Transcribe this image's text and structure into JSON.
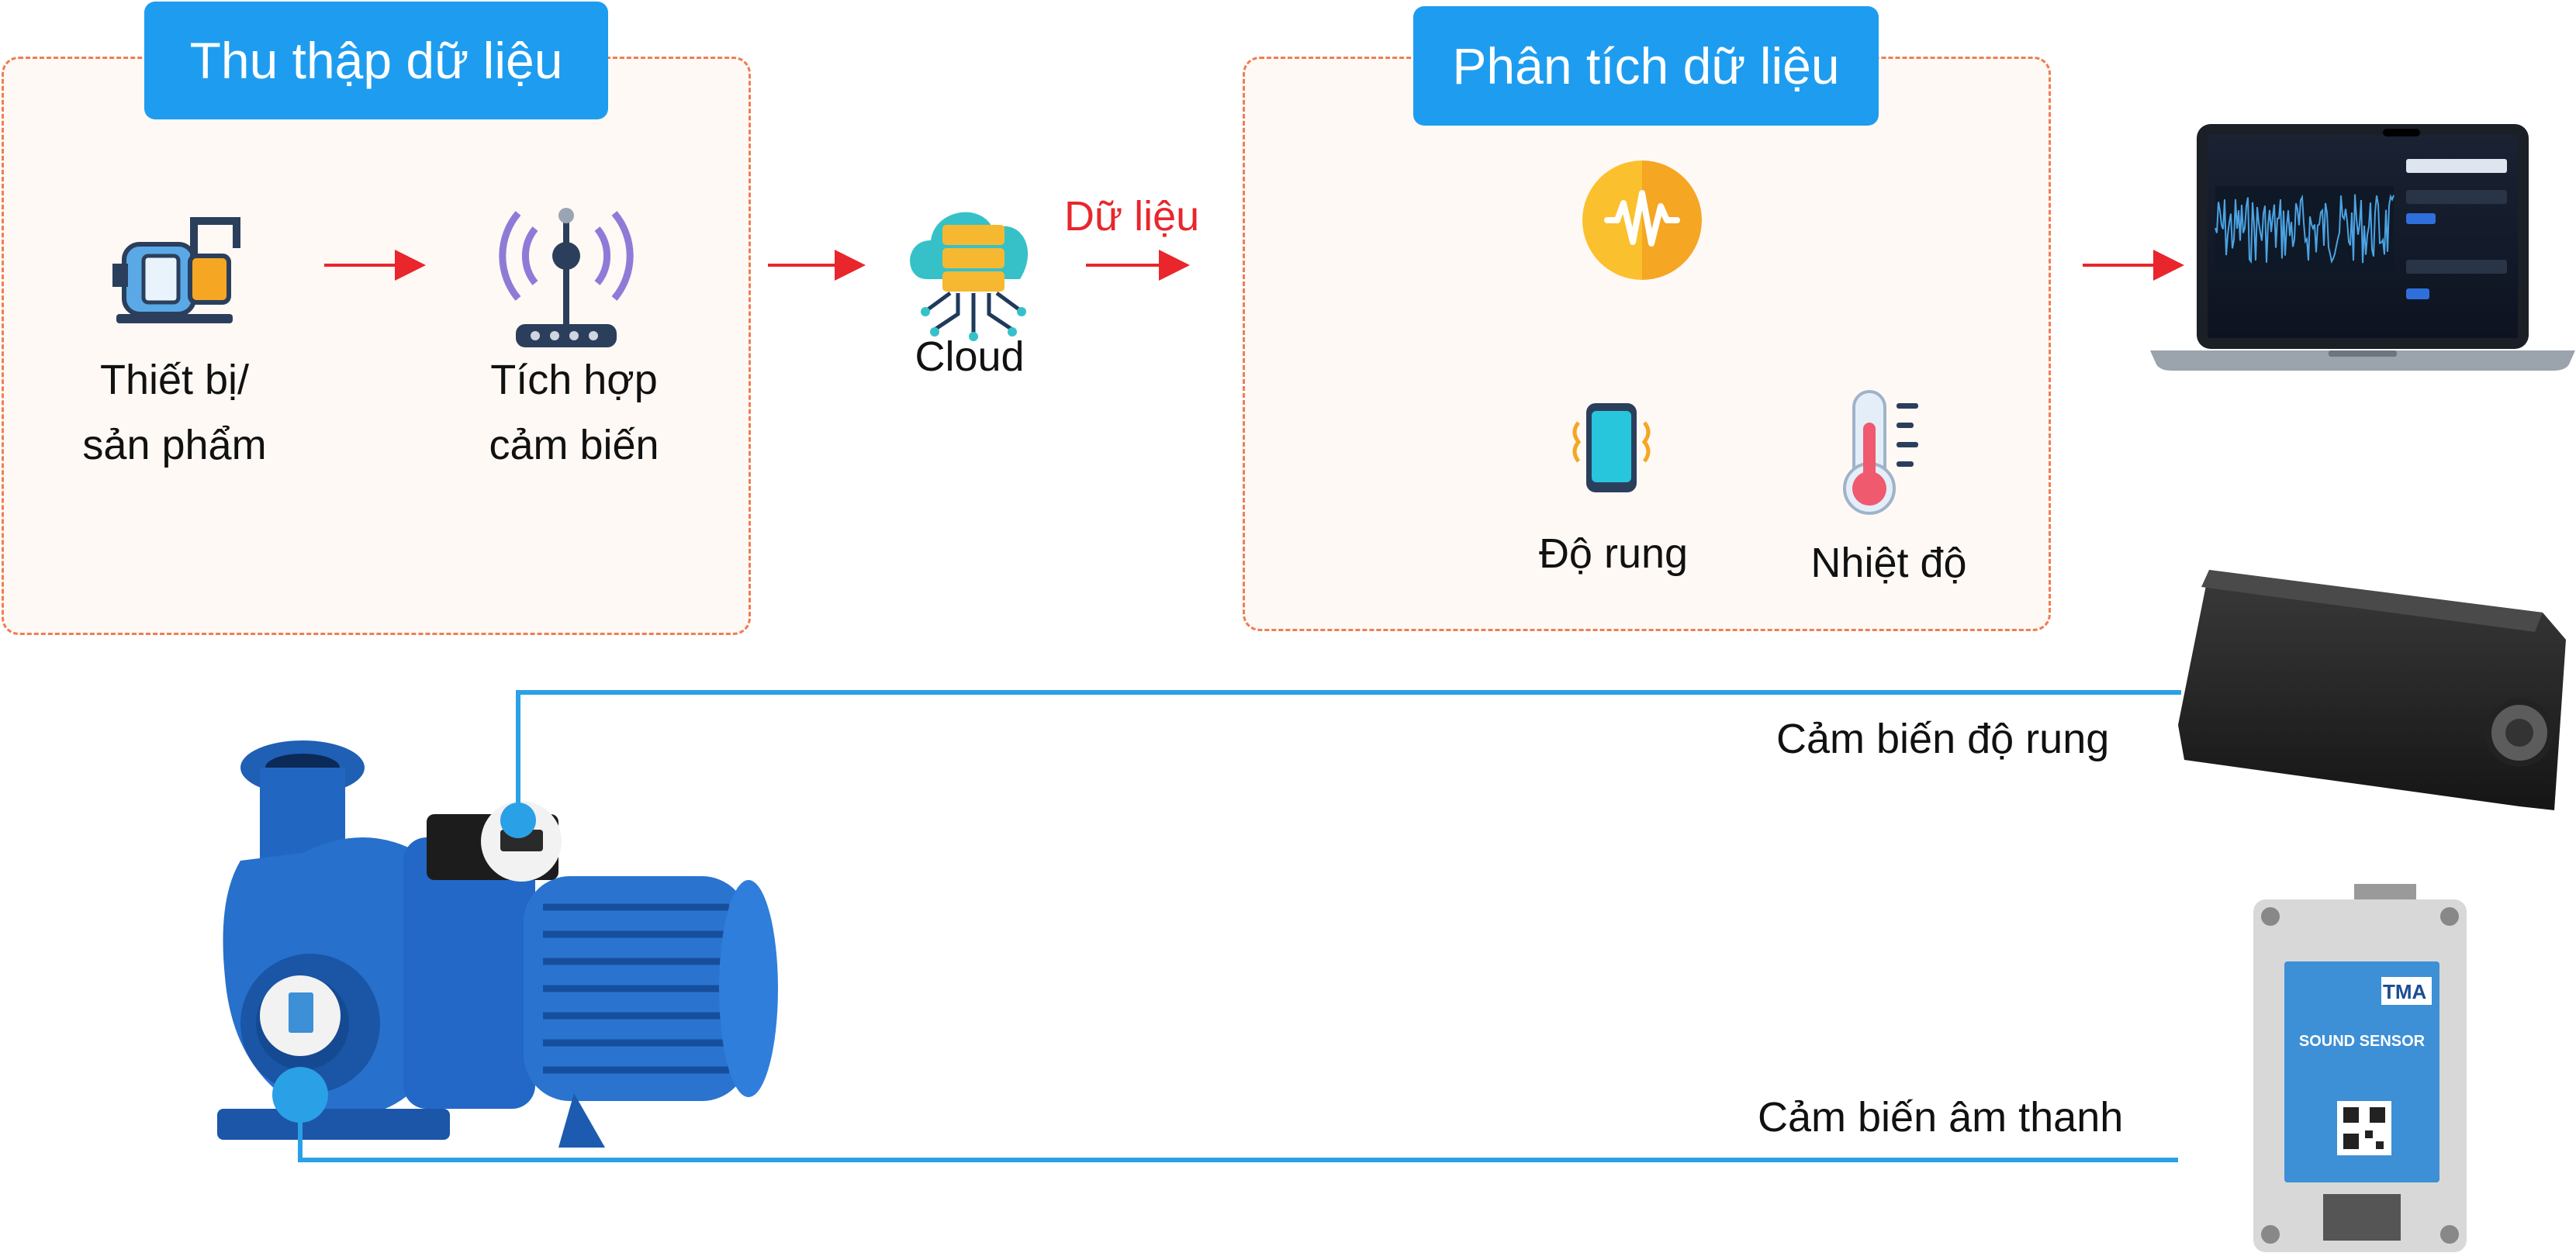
{
  "collection": {
    "title": "Thu thập dữ liệu"
  },
  "analysis": {
    "title": "Phân tích dữ liệu"
  },
  "device": {
    "line1": "Thiết bị/",
    "line2": "sản phẩm"
  },
  "sensor_integration": {
    "line1": "Tích hợp",
    "line2": "cảm biến"
  },
  "cloud": {
    "label": "Cloud"
  },
  "flow": {
    "data_label": "Dữ liệu"
  },
  "metrics": {
    "vibration": "Độ rung",
    "temperature": "Nhiệt độ"
  },
  "sensors": {
    "vibration": "Cảm biến độ rung",
    "sound": "Cảm biến âm thanh"
  },
  "sound_sensor_device": {
    "brand": "TMA",
    "label": "SOUND SENSOR"
  },
  "colors": {
    "accent_blue": "#1e9df0",
    "arrow_red": "#e8262c",
    "panel_border": "#f07d52",
    "pump_blue": "#1f5fb4",
    "connector_line": "#2aa0e6"
  },
  "icons": [
    "pump-icon",
    "antenna-icon",
    "cloud-server-icon",
    "sound-wave-icon",
    "vibrating-phone-icon",
    "thermometer-icon",
    "laptop-dashboard",
    "vibration-sensor-box",
    "sound-sensor-box",
    "water-pump"
  ]
}
